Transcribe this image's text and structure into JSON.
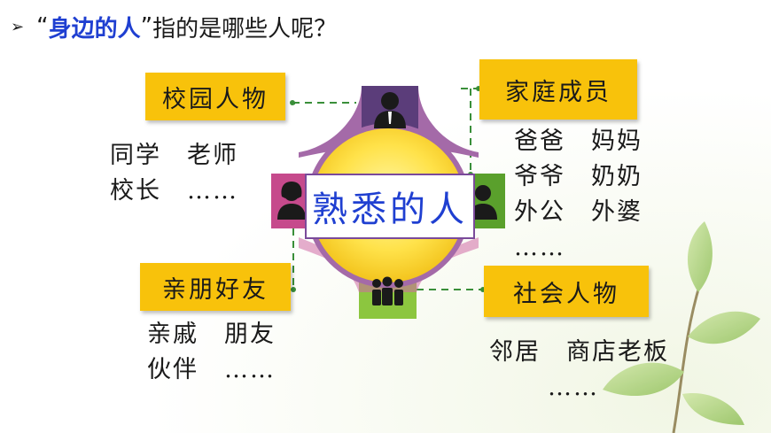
{
  "question": {
    "arrow": "➢",
    "open_quote": "“",
    "highlight": "身边的人",
    "close_quote": "”",
    "rest": "指的是哪些人呢？"
  },
  "center": {
    "label": "熟悉的人"
  },
  "categories": {
    "campus": {
      "label": "校园人物",
      "items": [
        "同学　老师",
        "校长　……"
      ]
    },
    "family": {
      "label": "家庭成员",
      "items": [
        "爸爸　妈妈",
        "爷爷　奶奶",
        "外公　外婆",
        "……"
      ]
    },
    "friends": {
      "label": "亲朋好友",
      "items": [
        "亲戚　朋友",
        "伙伴　……"
      ]
    },
    "social": {
      "label": "社会人物",
      "items": [
        "邻居　商店老板",
        "……"
      ]
    }
  },
  "colors": {
    "label_bg": "#f8c20b",
    "center_text": "#1f3fd1",
    "petal_top": "#5b3d7a",
    "petal_left": "#c64a8c",
    "petal_right": "#5aa02c",
    "petal_bottom": "#8cc63f",
    "connector": "#3a8f3a"
  },
  "icons": [
    "businessman-icon",
    "woman-icon",
    "man-icon",
    "group-icon",
    "leaf-branch-icon"
  ]
}
